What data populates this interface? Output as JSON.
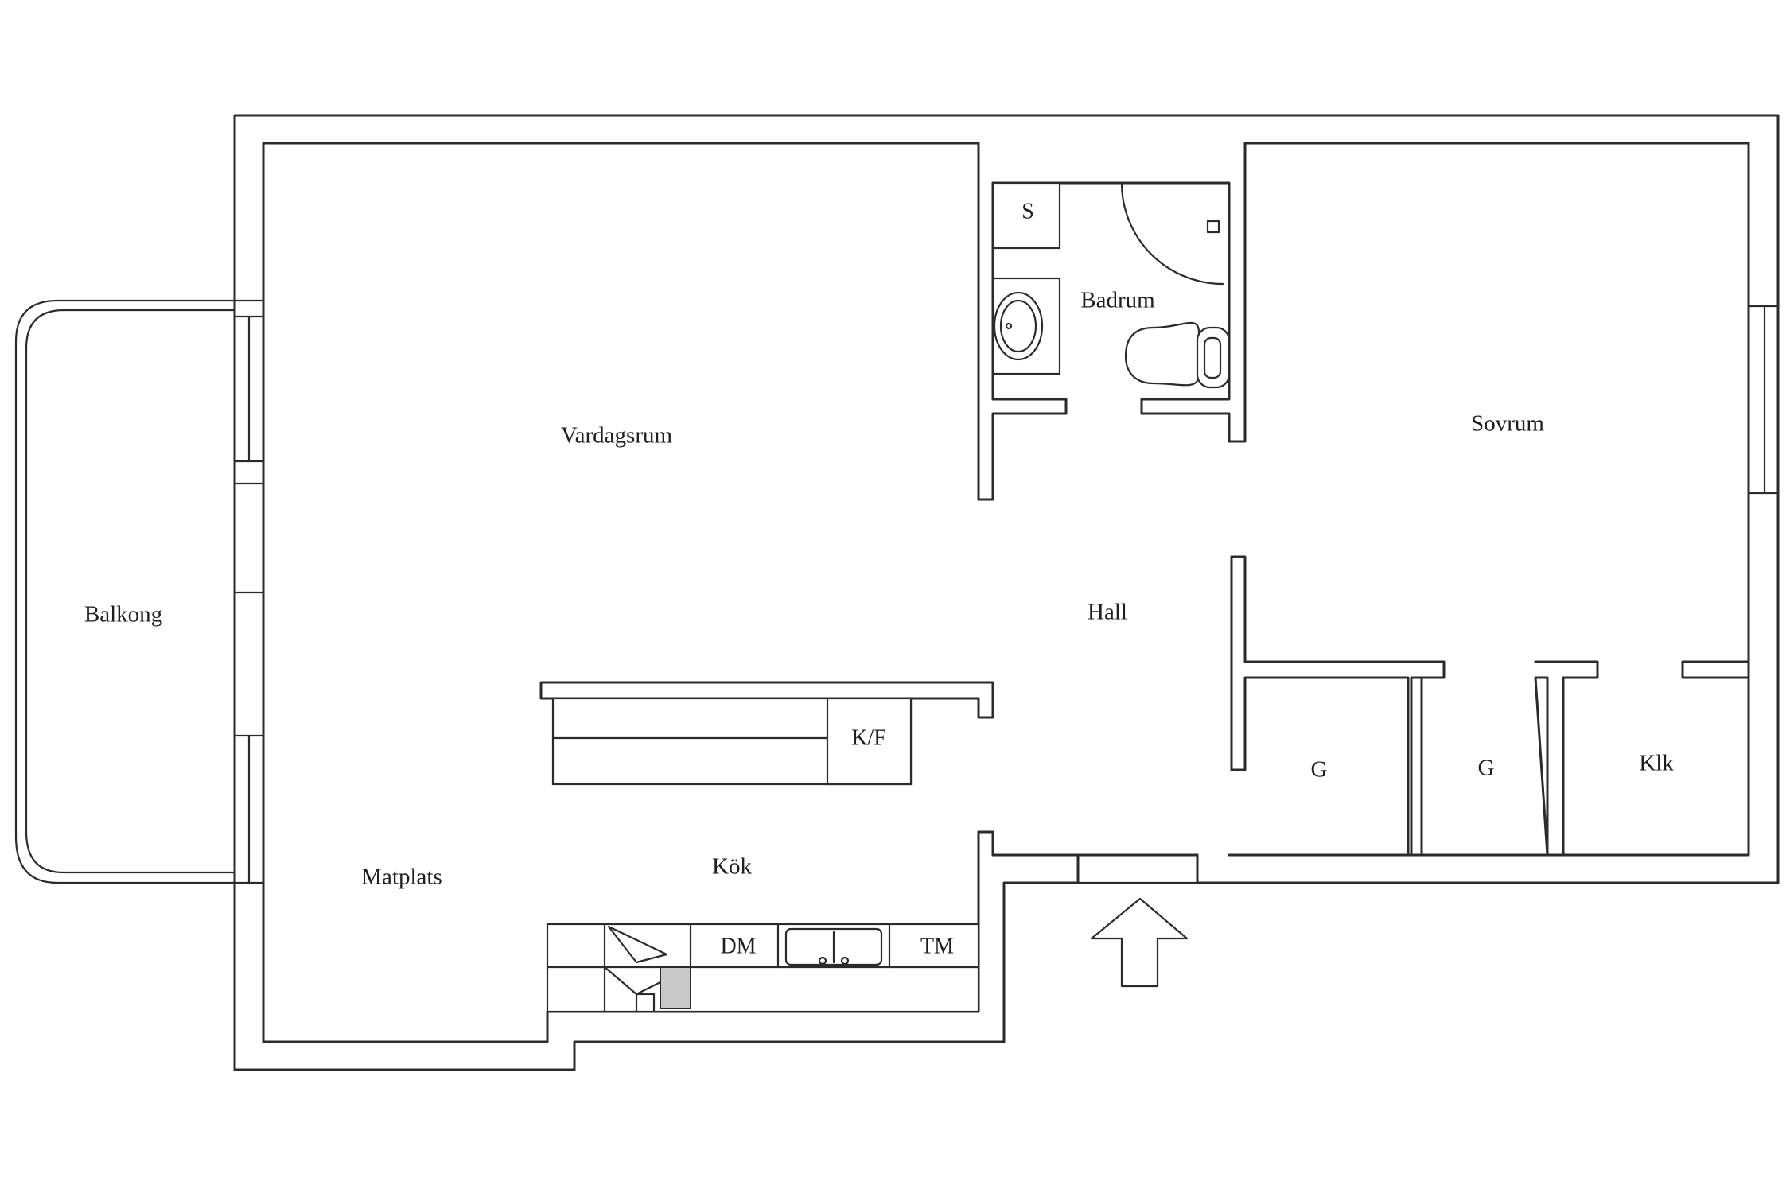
{
  "rooms": {
    "vardagsrum": "Vardagsrum",
    "balkong": "Balkong",
    "badrum": "Badrum",
    "sovrum": "Sovrum",
    "hall": "Hall",
    "matplats": "Matplats",
    "kok": "Kök",
    "garderob_1": "G",
    "garderob_2": "G",
    "klk": "Klk"
  },
  "fixtures": {
    "storage": "S",
    "fridge_freezer": "K/F",
    "dishwasher": "DM",
    "dryer": "TM"
  },
  "icons": {
    "entrance": "arrow-up-icon",
    "toilet": "toilet-icon",
    "washbasin": "washbasin-icon",
    "sink": "sink-icon",
    "stove": "stove-icon"
  },
  "colors": {
    "line": "#2b2b2b",
    "background": "#ffffff",
    "shade": "#c8c8c8"
  }
}
